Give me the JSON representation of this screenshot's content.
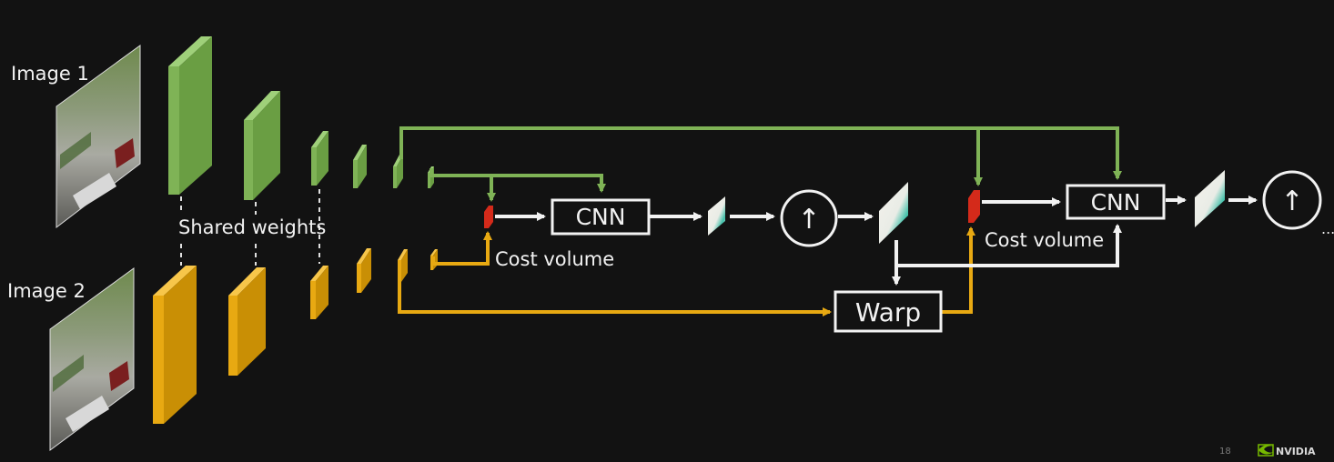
{
  "slide": {
    "image1_label": "Image 1",
    "image2_label": "Image 2",
    "shared_weights_label": "Shared weights",
    "cost_volume_label_1": "Cost volume",
    "cost_volume_label_2": "Cost volume",
    "cnn_label_1": "CNN",
    "cnn_label_2": "CNN",
    "warp_label": "Warp",
    "upsample_symbol_1": "↑",
    "upsample_symbol_2": "↑",
    "continuation": "...",
    "page_number": "18",
    "brand": "NVIDIA"
  },
  "colors": {
    "background": "#121212",
    "green_pyramid": "#7fb356",
    "orange_pyramid": "#e8a912",
    "cost_volume_red": "#d42a1a",
    "arrow_white": "#f2f2f2",
    "nvidia_green": "#76b900"
  },
  "icons": [
    "upsample-arrow-icon",
    "nvidia-logo-icon"
  ]
}
